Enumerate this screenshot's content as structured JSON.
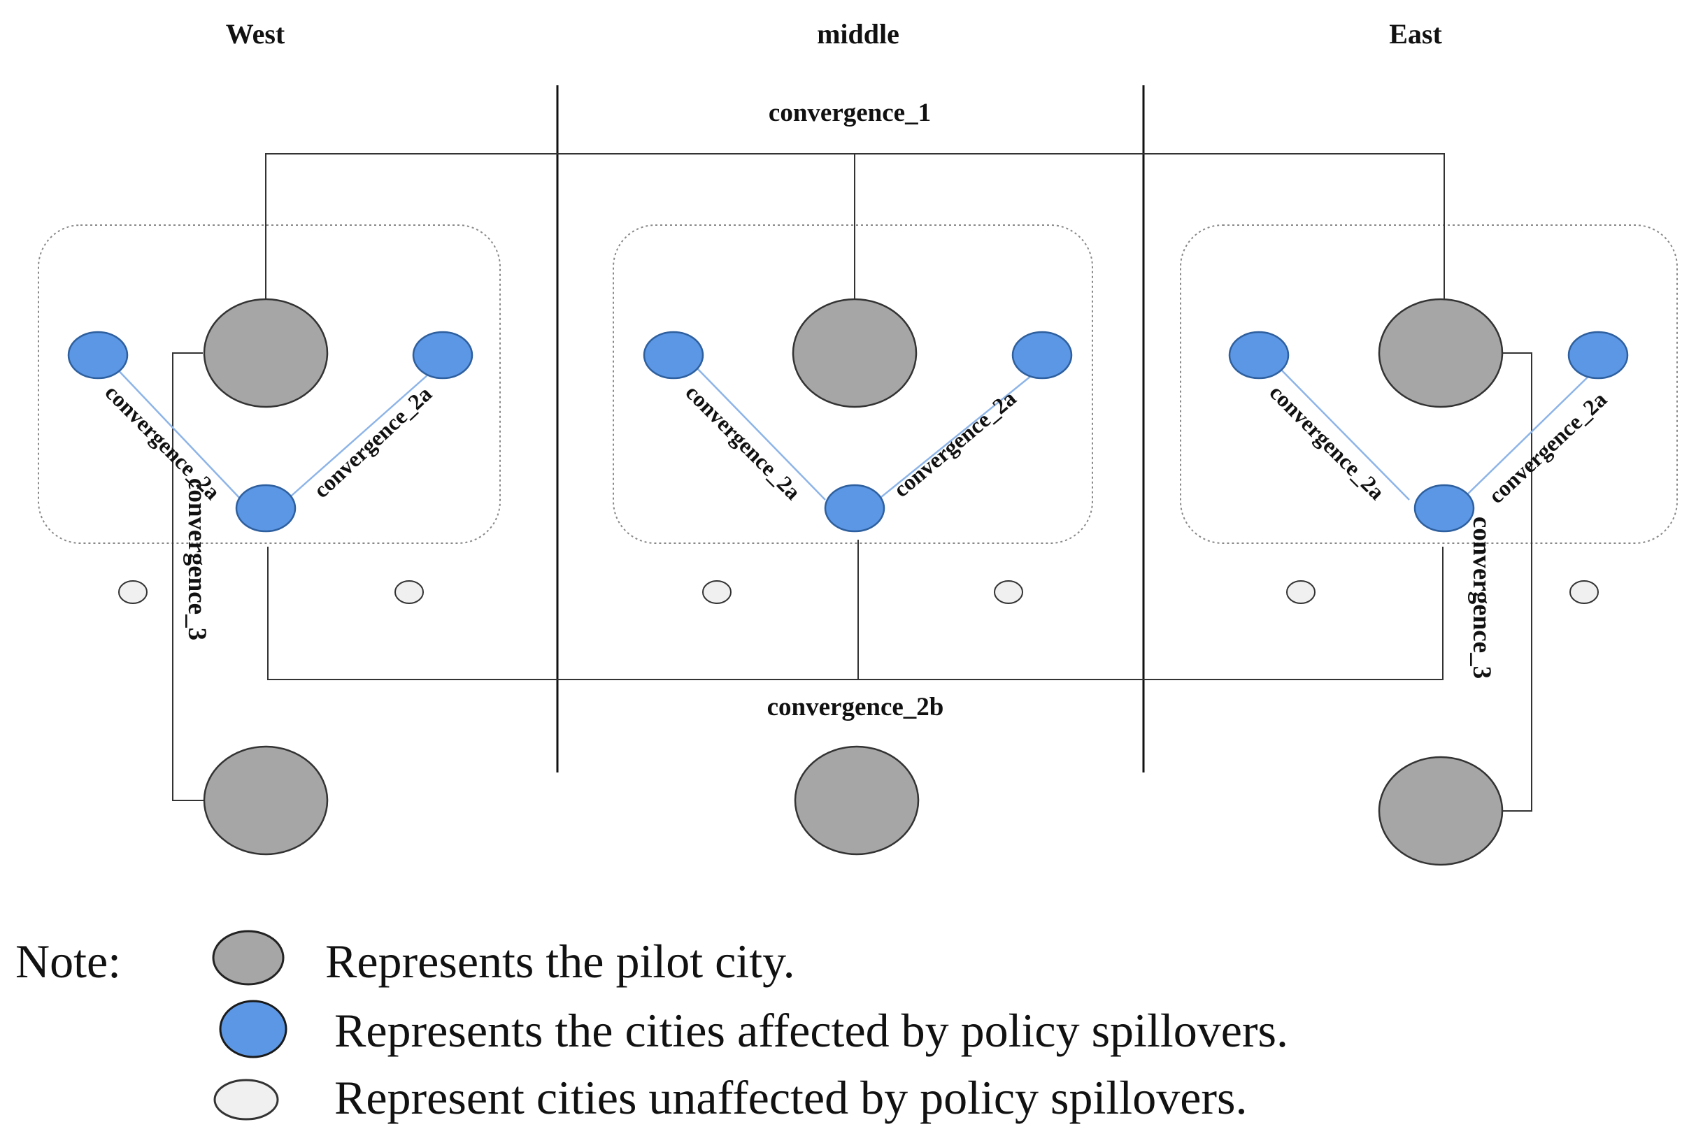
{
  "regions": {
    "west": "West",
    "middle": "middle",
    "east": "East"
  },
  "labels": {
    "convergence_1": "convergence_1",
    "convergence_2a": "convergence_2a",
    "convergence_2b": "convergence_2b",
    "convergence_3": "convergence_3"
  },
  "legend": {
    "note": "Note:",
    "pilot": "Represents the pilot city.",
    "affected": "Represents the cities affected by policy spillovers.",
    "unaffected": "Represent cities unaffected by policy spillovers."
  },
  "colors": {
    "pilot_fill": "#a6a6a6",
    "affected_fill": "#5b97e5",
    "unaffected_fill": "#f0f0f0",
    "spillover_line": "#8db4e8",
    "stroke": "#333333"
  }
}
